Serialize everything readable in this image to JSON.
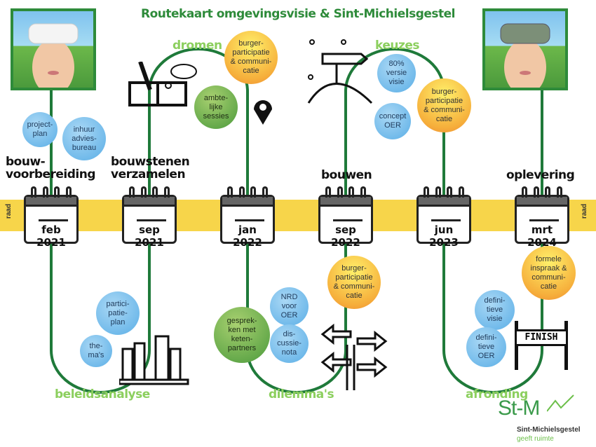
{
  "title": "Routekaart omgevingsvisie & Sint-Michielsgestel",
  "band": {
    "left_label": "raad",
    "right_label": "raad"
  },
  "calendars": [
    {
      "month": "feb",
      "year": "2021"
    },
    {
      "month": "sep",
      "year": "2021"
    },
    {
      "month": "jan",
      "year": "2022"
    },
    {
      "month": "sep",
      "year": "2022"
    },
    {
      "month": "jun",
      "year": "2023"
    },
    {
      "month": "mrt",
      "year": "2024"
    }
  ],
  "phases": {
    "p1": "bouw-\nvoorbereiding",
    "p2": "bouwstenen\nverzamelen",
    "p3": "bouwen",
    "p4": "oplevering"
  },
  "stages": {
    "dromen": "dromen",
    "keuzes": "keuzes",
    "beleidsanalyse": "beleidsanalyse",
    "dilemmas": "dilemma's",
    "afronding": "afronding"
  },
  "bubbles": {
    "projectplan": "project-\nplan",
    "inhuur": "inhuur\nadvies-\nbureau",
    "burger1": "burger-\nparticipatie\n& communi-\ncatie",
    "ambtelijk": "ambte-\nlijke\nsessies",
    "versie80": "80%\nversie\nvisie",
    "conceptoer": "concept\nOER",
    "burger2": "burger-\nparticipatie\n& communi-\ncatie",
    "participatieplan": "partici-\npatie-\nplan",
    "themas": "the-\nma's",
    "gesprekken": "gesprek-\nken met\nketen-\npartners",
    "nrd": "NRD\nvoor\nOER",
    "discussienota": "dis-\ncussie-\nnota",
    "burger3": "burger-\nparticipatie\n& communi-\ncatie",
    "formele": "formele\ninspraak &\ncommuni-\ncatie",
    "defvisie": "defini-\ntieve\nvisie",
    "defoer": "defini-\ntieve\nOER"
  },
  "finish_sign": "FINISH",
  "logo": {
    "mark": "St-M",
    "name": "Sint-Michielsgestel",
    "tagline": "geeft ruimte"
  },
  "colors": {
    "path": "#1f7a3a",
    "band": "#f7d54a",
    "stage_label": "#8ccf5e",
    "title": "#2e8b3a"
  }
}
